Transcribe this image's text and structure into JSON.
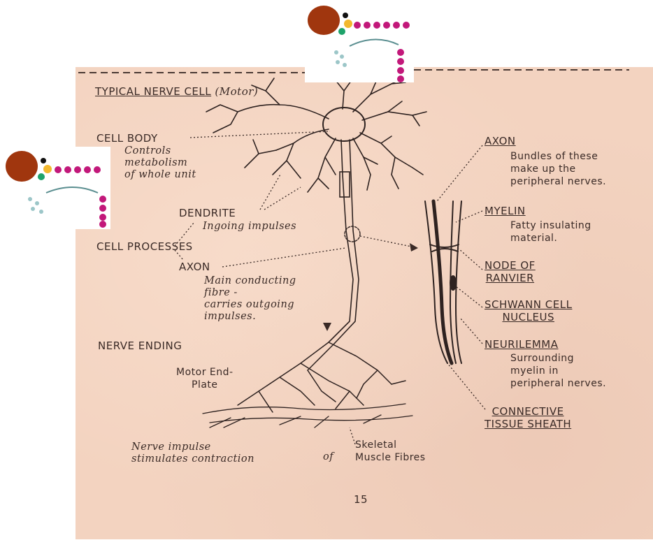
{
  "diagram": {
    "title": "TYPICAL NERVE CELL",
    "title_suffix": "(Motor)",
    "left_labels": {
      "cell_body": "CELL BODY",
      "cell_body_desc": "Controls\nmetabolism\nof whole unit",
      "dendrite": "DENDRITE",
      "dendrite_desc": "Ingoing impulses",
      "cell_processes": "CELL PROCESSES",
      "axon": "AXON",
      "axon_desc": "Main conducting\nfibre -\ncarries outgoing\nimpulses.",
      "nerve_ending": "NERVE ENDING",
      "motor_end_plate": "Motor End-\nPlate",
      "nerve_impulse": "Nerve impulse\nstimulates contraction",
      "of": "of",
      "skeletal": "Skeletal\nMuscle Fibres"
    },
    "right_labels": {
      "axon": "AXON",
      "axon_desc": "Bundles of these\nmake up the\nperipheral nerves.",
      "myelin": "MYELIN",
      "myelin_desc": "Fatty insulating\nmaterial.",
      "node": "NODE OF\nRANVIER",
      "schwann": "SCHWANN CELL\nNUCLEUS",
      "neurilemma": "NEURILEMMA",
      "neurilemma_desc": "Surrounding\nmyelin in\nperipheral nerves.",
      "connective": "CONNECTIVE\nTISSUE SHEATH"
    },
    "page_number": "15"
  },
  "colors": {
    "paper": "#f3d3c0",
    "ink": "#3a2a26",
    "molecule_brown": "#a0360e",
    "molecule_yellow": "#f2b82e",
    "molecule_green": "#1ea36a",
    "molecule_black": "#111111",
    "molecule_magenta": "#c2187a",
    "molecule_cyan": "#9cc6c8"
  }
}
